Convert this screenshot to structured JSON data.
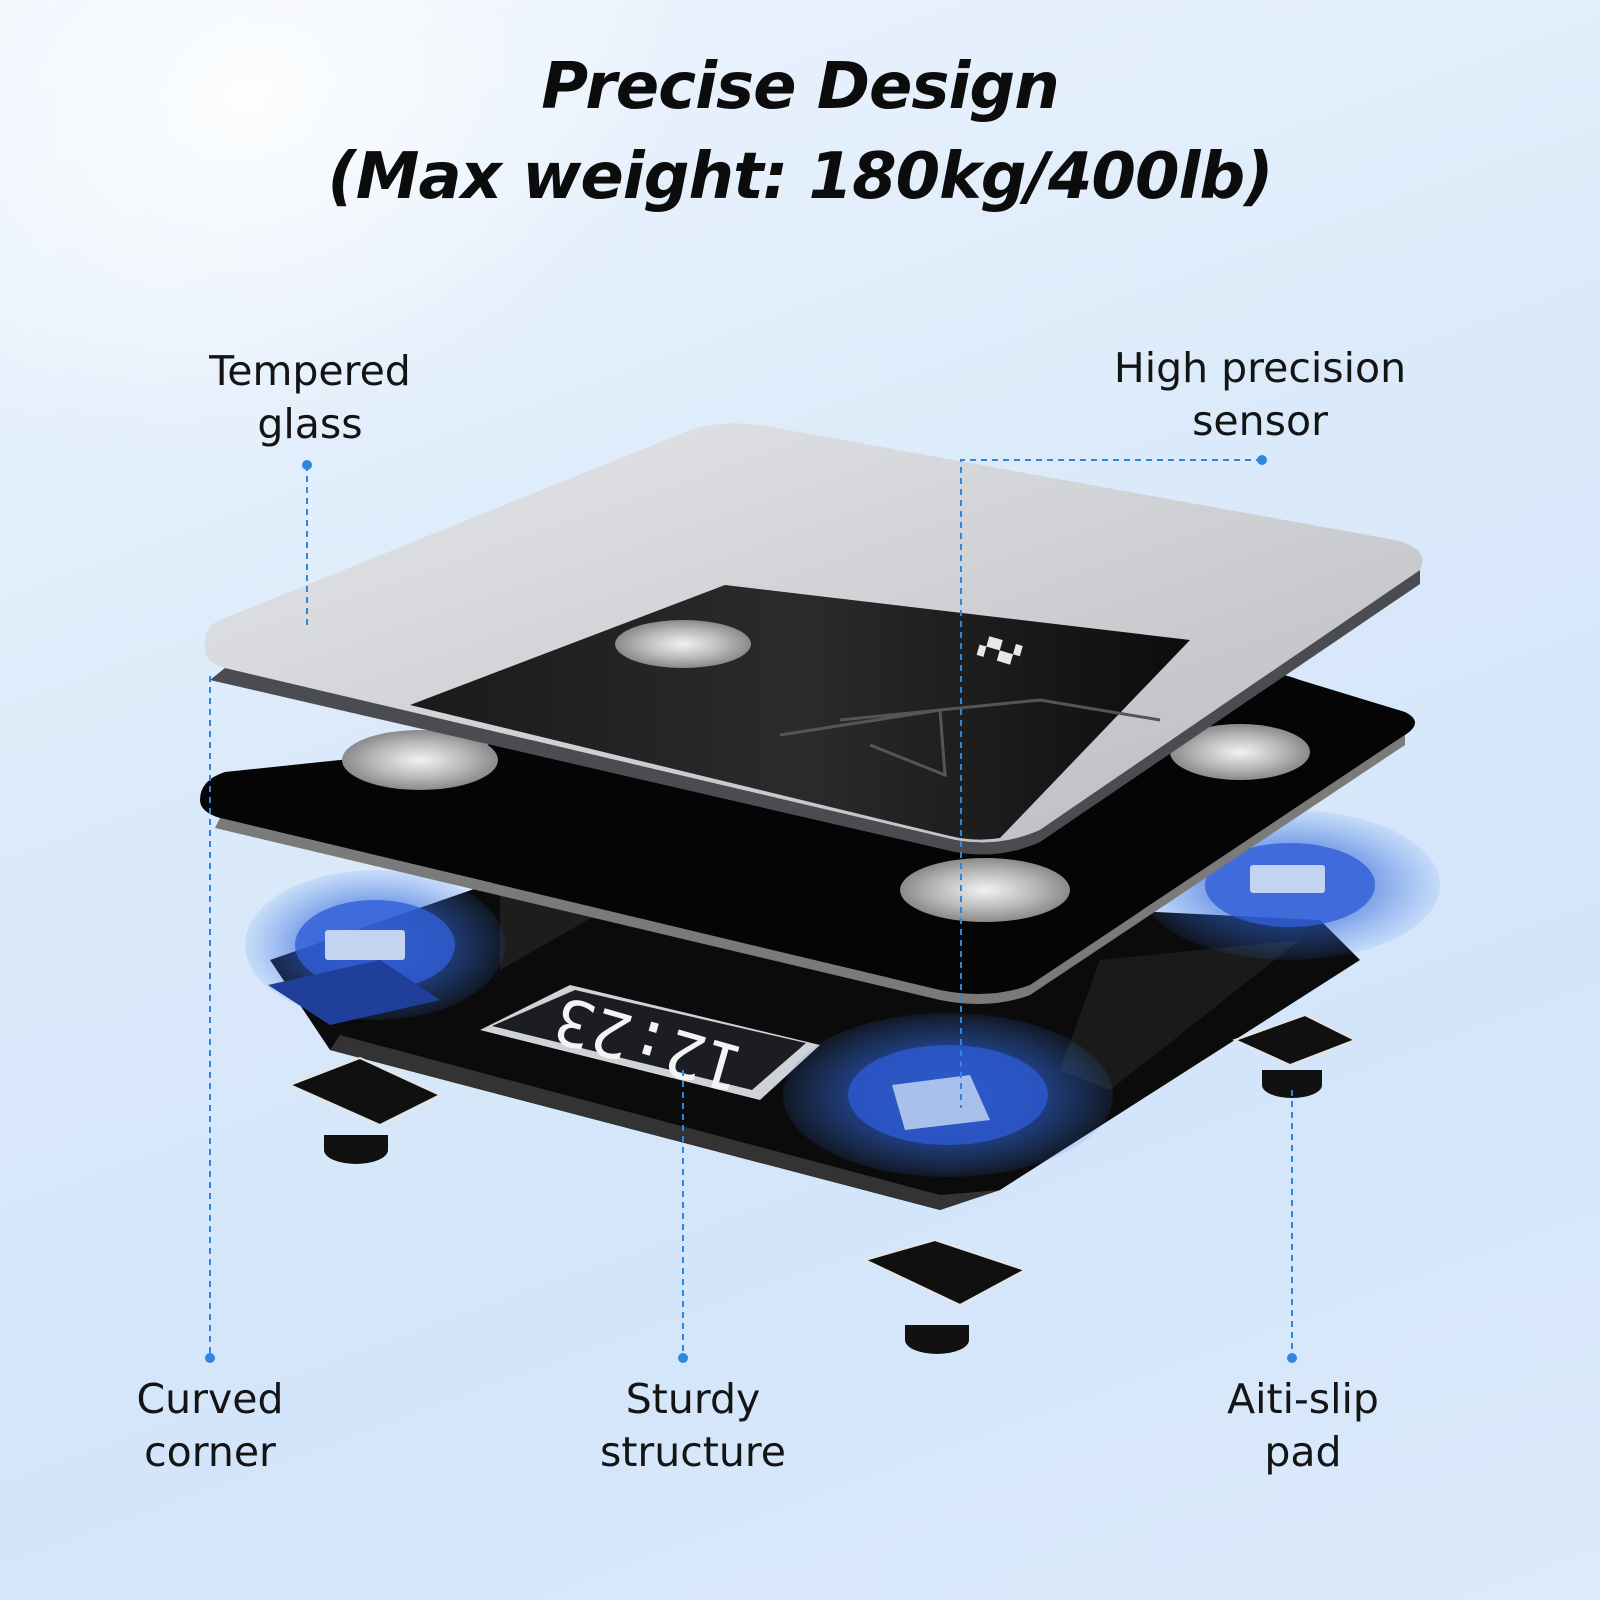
{
  "header": {
    "title_line1": "Precise Design",
    "title_line2": "(Max weight: 180kg/400lb)"
  },
  "callouts": {
    "tempered_glass": [
      "Tempered",
      "glass"
    ],
    "high_precision_sensor": [
      "High precision",
      "sensor"
    ],
    "curved_corner": [
      "Curved",
      "corner"
    ],
    "sturdy_structure": [
      "Sturdy",
      "structure"
    ],
    "anti_slip_pad": [
      "Aiti-slip",
      "pad"
    ]
  },
  "display": {
    "readout": "12:23"
  },
  "colors": {
    "callout_line": "#2f86e0",
    "sensor_glow": "#2f6fe0",
    "glass": "#c9cbcf",
    "panel": "#050505"
  }
}
